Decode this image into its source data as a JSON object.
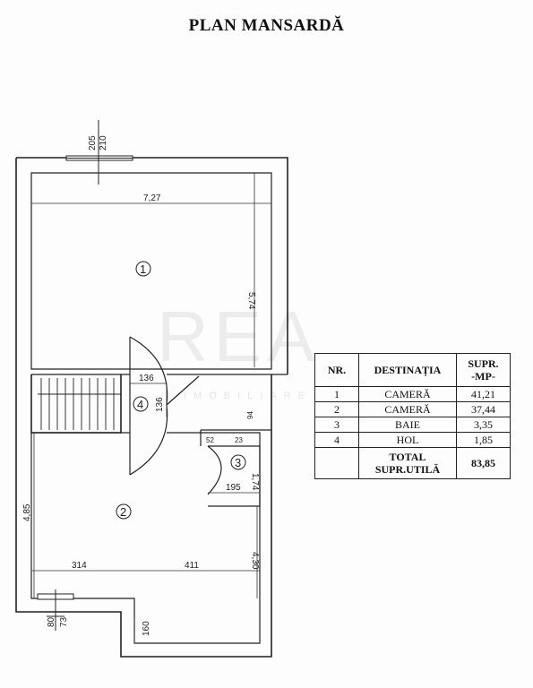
{
  "title": "PLAN MANSARDĂ",
  "watermark": {
    "main": "REA",
    "sub": "IMOBILIARE"
  },
  "dimensions": {
    "window_top_1": "205",
    "window_top_2": "210",
    "room1_width": "7,27",
    "room1_height": "5,74",
    "stair_width": "136",
    "stair_height": "136",
    "bath_small_1": "52",
    "bath_small_2": "23",
    "bath_side": "1,74",
    "bath_depth": "195",
    "hall_small": "94",
    "room2_left": "4,85",
    "room2_seg1": "314",
    "room2_seg2": "411",
    "room2_right": "4,30",
    "window_bottom_1": "80",
    "window_bottom_2": "73",
    "alcove": "160"
  },
  "room_labels": [
    "1",
    "2",
    "3",
    "4"
  ],
  "table": {
    "headers": {
      "nr": "NR.",
      "dest": "DESTINAȚIA",
      "supr_1": "SUPR.",
      "supr_2": "-MP-"
    },
    "rows": [
      {
        "nr": "1",
        "dest": "CAMERĂ",
        "supr": "41,21"
      },
      {
        "nr": "2",
        "dest": "CAMERĂ",
        "supr": "37,44"
      },
      {
        "nr": "3",
        "dest": "BAIE",
        "supr": "3,35"
      },
      {
        "nr": "4",
        "dest": "HOL",
        "supr": "1,85"
      }
    ],
    "total_1": "TOTAL",
    "total_2": "SUPR.UTILĂ",
    "total_value": "83,85"
  }
}
